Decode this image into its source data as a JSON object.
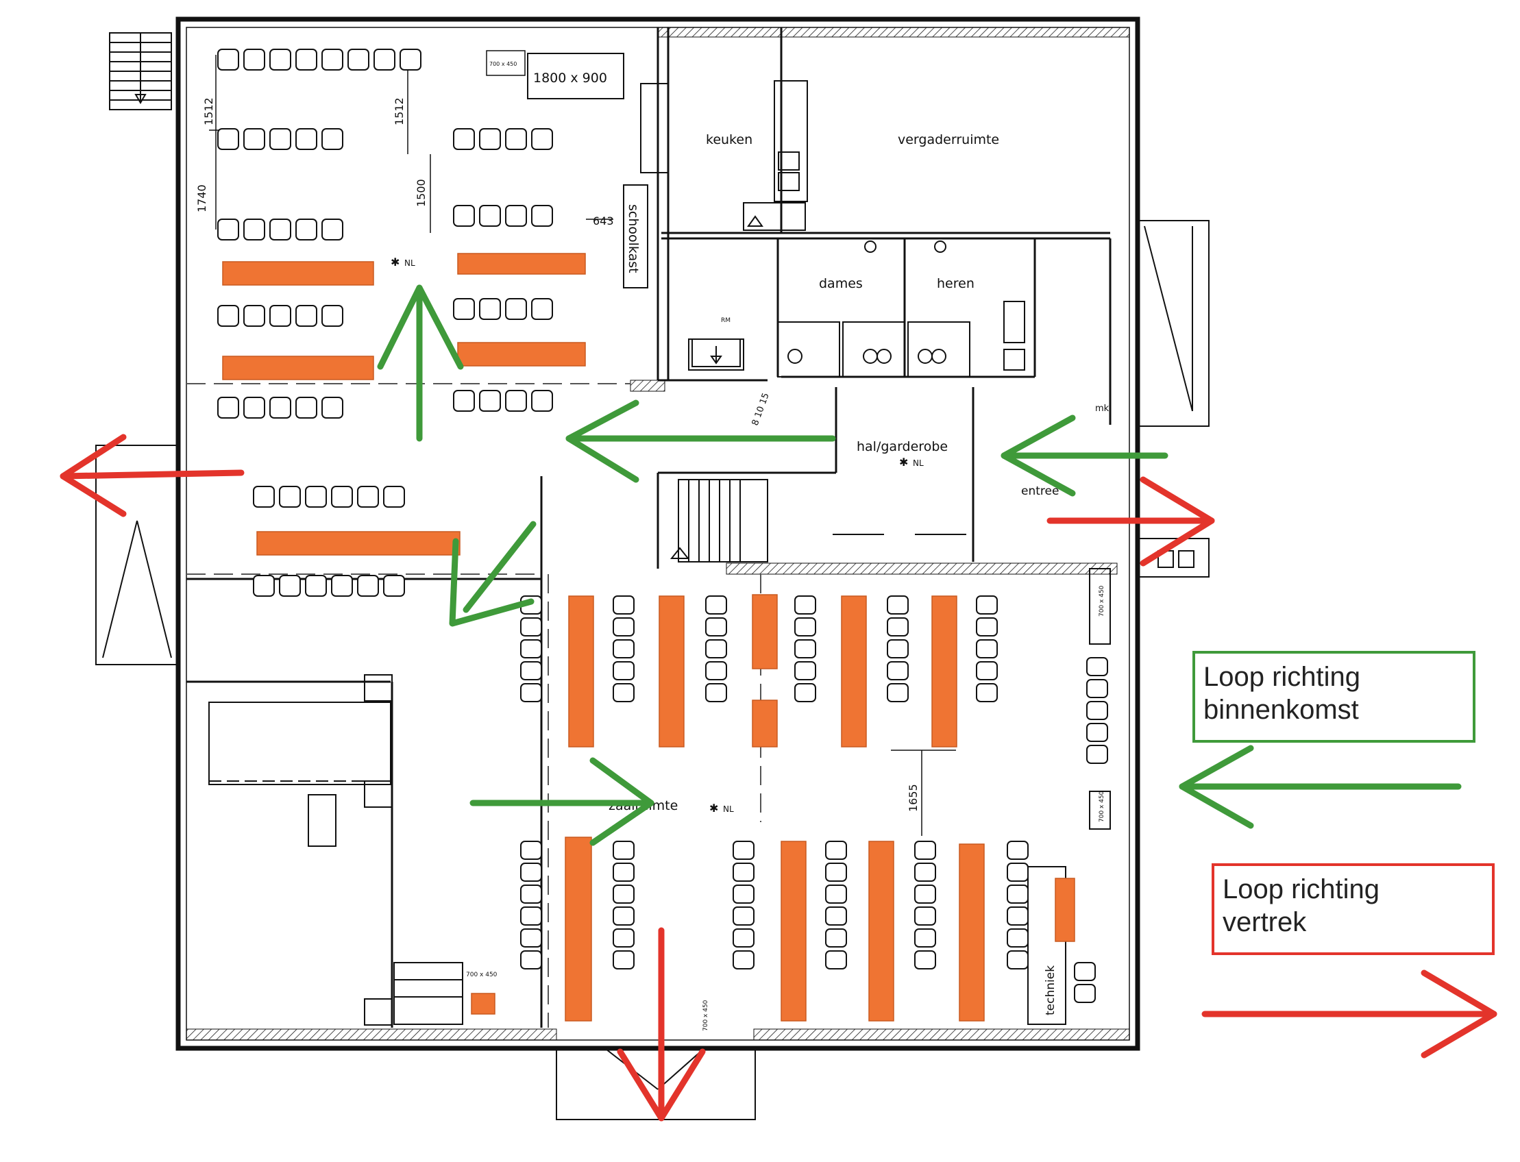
{
  "rooms": {
    "keuken": "keuken",
    "vergaderruimte": "vergaderruimte",
    "dames": "dames",
    "heren": "heren",
    "hal": "hal/garderobe",
    "entree": "entree",
    "zaal": "zaalruimte",
    "schoolkast": "schoolkast",
    "techniek": "techniek",
    "mk": "mk"
  },
  "marks": {
    "nl": "NL",
    "star": "✱",
    "rm": "RM"
  },
  "dimensions": {
    "table_size": "1800  x  900",
    "small_table": "700 x 450",
    "d1512a": "1512",
    "d1512b": "1512",
    "d1740": "1740",
    "d1500": "1500",
    "d643": "643",
    "d1655": "1655",
    "stairs": "8  10  15"
  },
  "legend": {
    "arrival": {
      "line1": "Loop richting",
      "line2": "binnenkomst"
    },
    "departure": {
      "line1": "Loop richting",
      "line2": "vertrek"
    }
  },
  "colors": {
    "arrival_arrow": "#3f9a3a",
    "departure_arrow": "#e3342b",
    "table_fill": "#ef7433",
    "wall": "#111111"
  }
}
